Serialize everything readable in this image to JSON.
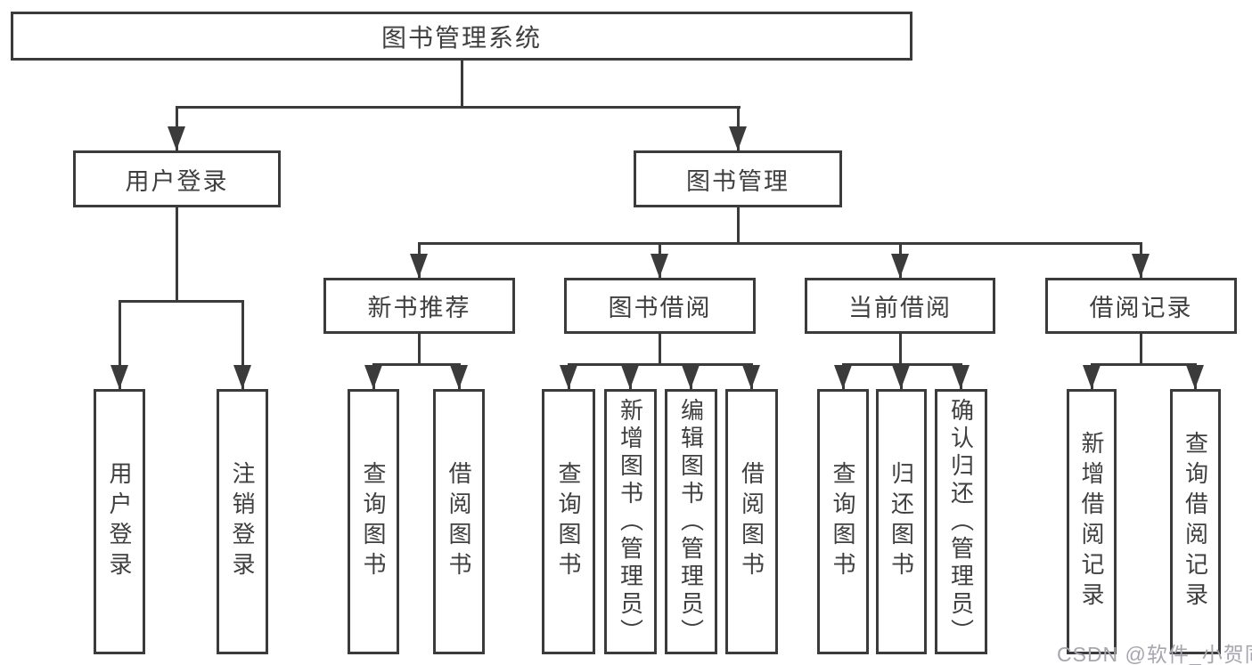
{
  "diagram": {
    "title": "图书管理系统",
    "level2": {
      "user_login": "用户登录",
      "book_mgmt": "图书管理"
    },
    "level3": {
      "new_books": "新书推荐",
      "book_borrow": "图书借阅",
      "current_borrow": "当前借阅",
      "borrow_records": "借阅记录"
    },
    "leaves": {
      "user_login": [
        "用户登录",
        "注销登录"
      ],
      "new_books": [
        "查询图书",
        "借阅图书"
      ],
      "book_borrow": [
        "查询图书",
        "新增图书（管理员）",
        "编辑图书（管理员）",
        "借阅图书"
      ],
      "current_borrow": [
        "查询图书",
        "归还图书",
        "确认归还（管理员）"
      ],
      "borrow_records": [
        "新增借阅记录",
        "查询借阅记录"
      ]
    },
    "colors": {
      "line": "#3b3b3b",
      "text": "#3f3f3f",
      "watermark": "#a6a6ae"
    }
  },
  "watermark": "CSDN @软件_小贺同学"
}
